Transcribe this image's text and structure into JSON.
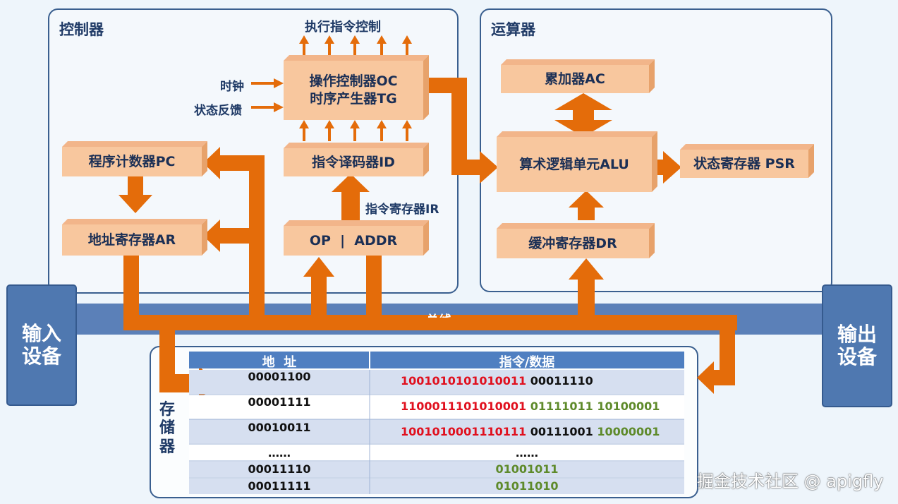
{
  "regions": {
    "controller": "控制器",
    "alu_unit": "运算器",
    "memory": [
      "存",
      "储",
      "器"
    ]
  },
  "labels": {
    "exec_control": "执行指令控制",
    "clock": "时钟",
    "status_feedback": "状态反馈",
    "ir": "指令寄存器IR",
    "bus_partial": "总线"
  },
  "boxes": {
    "oc_line1": "操作控制器OC",
    "oc_line2": "时序产生器TG",
    "id": "指令译码器ID",
    "pc": "程序计数器PC",
    "ar": "地址寄存器AR",
    "op_addr": "OP  |  ADDR",
    "ac": "累加器AC",
    "alu": "算术逻辑单元ALU",
    "psr": "状态寄存器 PSR",
    "dr": "缓冲寄存器DR"
  },
  "io": {
    "input": [
      "输入",
      "设备"
    ],
    "output": [
      "输出",
      "设备"
    ]
  },
  "table": {
    "headers": [
      "地  址",
      "指令/数据"
    ],
    "rows": [
      {
        "addr": "00001100",
        "parts": [
          {
            "t": "1001010101010011",
            "c": "red"
          },
          {
            "t": " 00011110",
            "c": "blk"
          }
        ]
      },
      {
        "addr": "00001111",
        "parts": [
          {
            "t": "1100011101010001",
            "c": "red"
          },
          {
            "t": " 01111011 10100001",
            "c": "grn"
          }
        ]
      },
      {
        "addr": "00010011",
        "parts": [
          {
            "t": "1001010001110111",
            "c": "red"
          },
          {
            "t": " 00111001 ",
            "c": "blk"
          },
          {
            "t": "10000001",
            "c": "grn"
          }
        ]
      },
      {
        "addr": "……",
        "parts": [
          {
            "t": "……",
            "c": "blk"
          }
        ]
      },
      {
        "addr": "00011110",
        "parts": [
          {
            "t": "01001011",
            "c": "grn"
          }
        ]
      },
      {
        "addr": "00011111",
        "parts": [
          {
            "t": "01011010",
            "c": "grn"
          }
        ]
      }
    ]
  },
  "watermark": "掘金技术社区 @ apigfly",
  "colors": {
    "box_face": "#f8c79e",
    "box_side": "#e7a26b",
    "arrow": "#e46c0a",
    "bus": "#5b80b8",
    "region_border": "#3a5f8f",
    "io_box": "#4f78b0",
    "table_header": "#4f7fc1",
    "table_row_alt": "#d6dff0",
    "table_row": "#ffffff"
  }
}
